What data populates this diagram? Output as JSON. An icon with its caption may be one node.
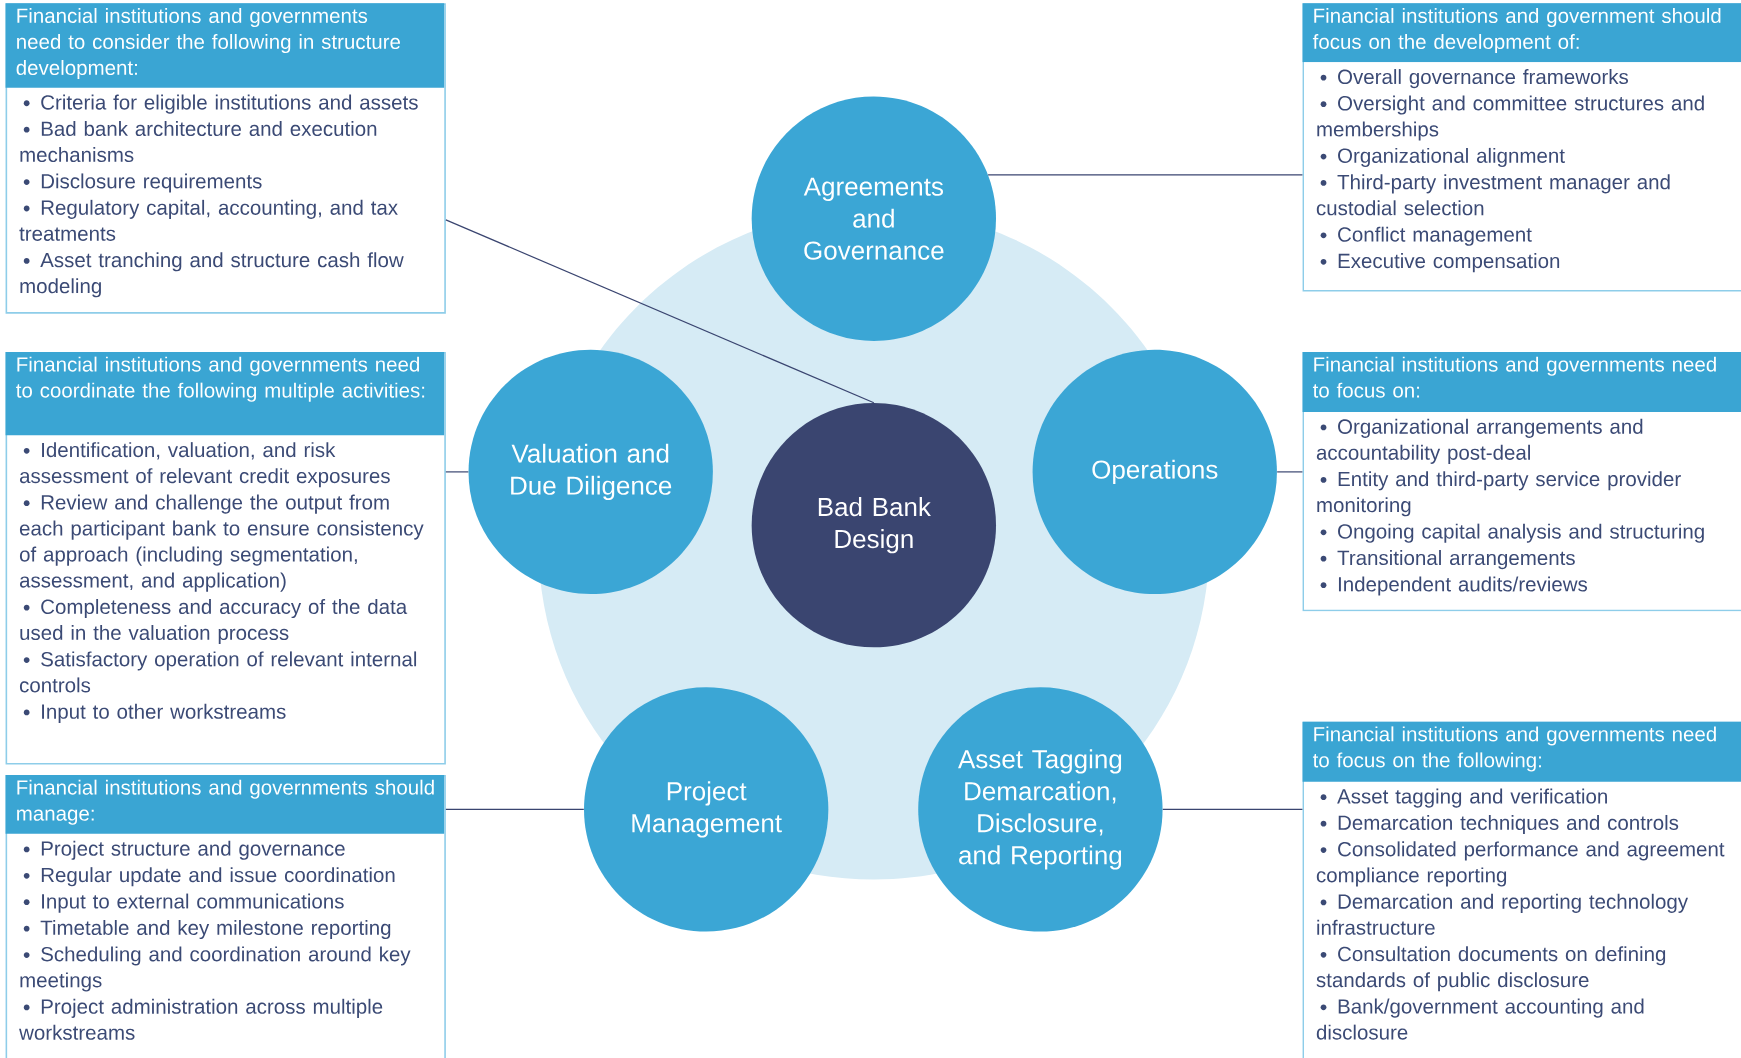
{
  "diagram": {
    "nodes": [
      {
        "text": [
          "Financial institutions and governments need to consider the following in structure development:",
          "Criteria for eligible institutions and assets",
          "Bad bank architecture and execution mechanisms",
          "Disclosure requirements",
          "Regulatory capital, accounting, and tax treatments",
          "Asset tranching and structure cash flow modeling"
        ]
      },
      {
        "text": [
          "Financial institutions and government should focus on the development of:",
          "Overall governance frameworks",
          "Oversight and committee structures and memberships",
          "Organizational alignment",
          "Third-party investment manager and custodial selection",
          "Conflict management",
          "Executive compensation"
        ]
      },
      {
        "text": [
          "Agreements and Governance"
        ]
      },
      {
        "text": [
          "Financial institutions and governments need to coordinate the following multiple activities:",
          "Identification, valuation, and risk assessment of relevant credit exposures",
          "Review and challenge the output from each participant bank to ensure consistency of approach (including segmentation, assessment, and application)",
          "Completeness and accuracy of the data used in the valuation process",
          "Satisfactory operation of relevant internal controls",
          "Input to other workstreams"
        ]
      },
      {
        "text": [
          "Valuation and Due Diligence"
        ]
      },
      {
        "text": [
          "Bad Bank Design"
        ]
      },
      {
        "text": [
          "Operations"
        ]
      },
      {
        "text": [
          "Financial institutions and governments need to focus on:",
          "Organizational arrangements and accountability post-deal",
          "Entity and third-party service provider monitoring",
          "Ongoing capital analysis and structuring",
          "Transitional arrangements",
          "Independent audits/reviews"
        ]
      },
      {
        "text": [
          "Financial institutions and governments should manage:",
          "Project structure and governance",
          "Regular update and issue coordination",
          "Input to external communications",
          "Timetable and key milestone reporting",
          "Scheduling and coordination around key meetings",
          "Project administration across multiple workstreams"
        ]
      },
      {
        "text": [
          "Project Management"
        ]
      },
      {
        "text": [
          "Asset Tagging Demarcation, Disclosure, and Reporting"
        ]
      },
      {
        "text": [
          "Financial institutions and governments need to focus on the following:",
          "Asset tagging and verification",
          "Demarcation techniques and controls",
          "Consolidated performance and agreement compliance reporting",
          "Demarcation and reporting technology infrastructure",
          "Consultation documents on defining standards of public disclosure",
          "Bank/government accounting and disclosure"
        ]
      }
    ],
    "edges": [
      {
        "from": 0,
        "to": 5,
        "arrow": "none"
      },
      {
        "from": 1,
        "to": 2,
        "arrow": "none"
      },
      {
        "from": 3,
        "to": 4,
        "arrow": "none"
      },
      {
        "from": 7,
        "to": 6,
        "arrow": "none"
      },
      {
        "from": 8,
        "to": 9,
        "arrow": "none"
      },
      {
        "from": 11,
        "to": 10,
        "arrow": "none"
      }
    ]
  }
}
